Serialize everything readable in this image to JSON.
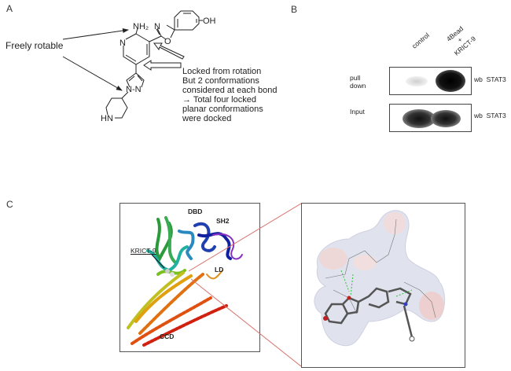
{
  "panel_a": {
    "label": "A",
    "freely_rotable": "Freely rotable",
    "atoms": {
      "nh2": "NH₂",
      "n_benzoxazole": "N",
      "o_benzoxazole": "O",
      "oh": "OH",
      "n_pyridine": "N",
      "pyrazole_nn": "N-N",
      "piperidine_hn": "HN"
    },
    "note_lines": [
      "Locked from rotation",
      "But 2 conformations",
      "considered at each bond",
      "→ Total four locked",
      "planar conformations",
      "were docked"
    ]
  },
  "panel_b": {
    "label": "B",
    "lanes": [
      "control",
      "4Bead\n+\nKRICT-9"
    ],
    "lane_control": "control",
    "lane_treated_1": "4Bead",
    "lane_treated_2": "+",
    "lane_treated_3": "KRICT-9",
    "row1_label_1": "pull",
    "row1_label_2": "down",
    "row2_label": "Input",
    "wb_1": "wb  STAT3",
    "wb_2": "wb  STAT3"
  },
  "panel_c": {
    "label": "C",
    "domains": {
      "dbd": "DBD",
      "sh2": "SH2",
      "ld": "LD",
      "ccd": "CCD"
    },
    "ligand": "KRICT-9",
    "accent_line_color": "#d9706a"
  }
}
